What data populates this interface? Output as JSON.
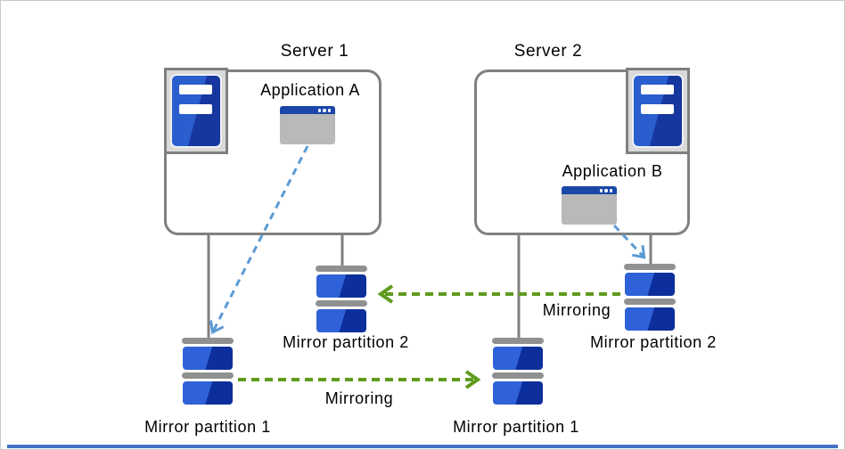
{
  "servers": {
    "server1": {
      "title": "Server 1",
      "application": "Application A",
      "mirror_partition_1": "Mirror partition 1",
      "mirror_partition_2": "Mirror partition 2"
    },
    "server2": {
      "title": "Server 2",
      "application": "Application B",
      "mirror_partition_1": "Mirror partition 1",
      "mirror_partition_2": "Mirror partition 2"
    }
  },
  "mirroring": {
    "top_label": "Mirroring",
    "bottom_label": "Mirroring"
  },
  "colors": {
    "connector_gray": "#808080",
    "bar_gray": "#909090",
    "icon_bg_gray": "#d9d9d9",
    "tower_blue_light": "#2a5ece",
    "tower_blue_dark": "#16379f",
    "window_title_blue": "#1a47a8",
    "window_body_gray": "#b9b9b9",
    "partition_blue_light": "#2f62d8",
    "partition_blue_dark": "#0d2f9c",
    "green_arrow": "#5f9b1e",
    "blue_arrow": "#5b9bd5",
    "bottom_accent": "#4472c4"
  }
}
